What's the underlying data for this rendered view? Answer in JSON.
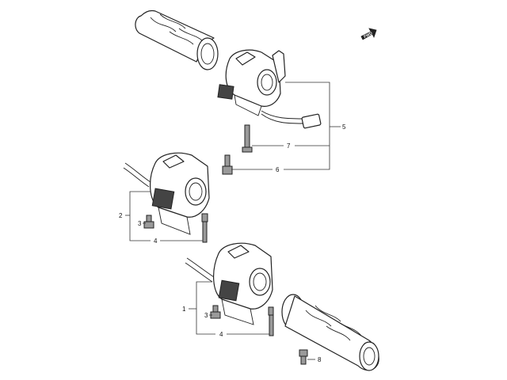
{
  "callouts": {
    "c1": "1",
    "c2": "2",
    "c3a": "3",
    "c3b": "3",
    "c4a": "4",
    "c4b": "4",
    "c5": "5",
    "c6": "6",
    "c7": "7",
    "c8": "8"
  },
  "direction_marker": "FWD",
  "colors": {
    "line": "#222222",
    "shade": "#9a9a9a",
    "background": "#ffffff"
  }
}
